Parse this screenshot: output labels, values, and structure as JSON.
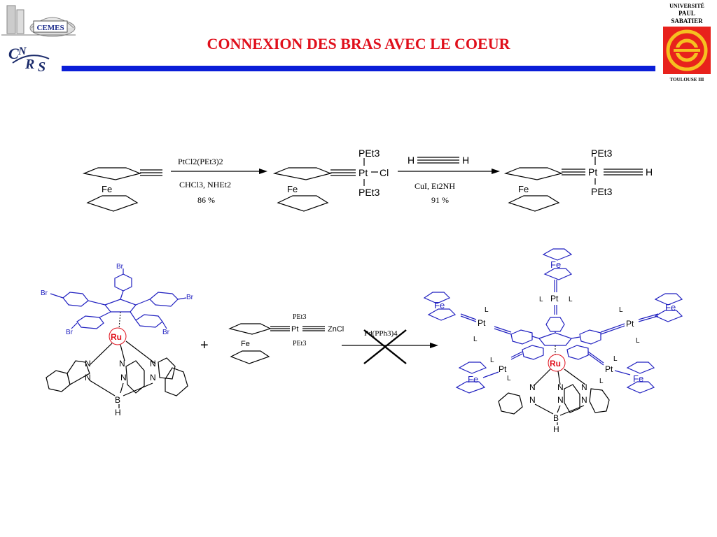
{
  "title": "CONNEXION DES BRAS AVEC LE COEUR",
  "logos": {
    "cemes": "CEMES",
    "ups": [
      "UNIVERSITÉ",
      "PAUL",
      "SABATIER",
      "TOULOUSE III"
    ]
  },
  "scheme1": {
    "fe": "Fe",
    "reagent1": "PtCl2(PEt3)2",
    "cond1a": "CHCl3, NHEt2",
    "yield1": "86 %",
    "pet3": "PEt3",
    "pt": "Pt",
    "cl": "Cl",
    "h": "H",
    "cond2": "CuI, Et2NH",
    "yield2": "91  %"
  },
  "scheme2": {
    "br": "Br",
    "ru": "Ru",
    "n": "N",
    "b": "B",
    "h": "H",
    "plus": "+",
    "fe": "Fe",
    "pet3": "PEt3",
    "pt": "Pt",
    "zncl": "ZnCl",
    "catalyst": "Pd(PPh3)4",
    "l": "L"
  }
}
